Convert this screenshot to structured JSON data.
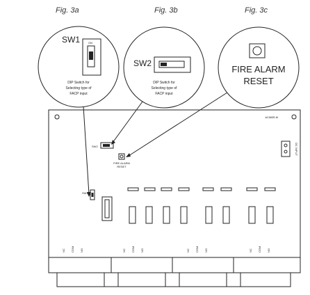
{
  "figures": {
    "a": {
      "label": "Fig. 3a",
      "switch_label": "SW1",
      "on_label": "ON",
      "caption": [
        "DIP Switch for",
        "Selecting type of",
        "FACP input"
      ]
    },
    "b": {
      "label": "Fig. 3b",
      "switch_label": "SW2",
      "caption": [
        "DIP Switch for",
        "Selecting type of",
        "FACP input"
      ]
    },
    "c": {
      "label": "Fig. 3c",
      "reset_label": [
        "FIRE ALARM",
        "RESET"
      ]
    }
  },
  "board": {
    "model": "ACM8R-M",
    "sw2_small": "SW2",
    "sw1_small": "SW1",
    "fire_alarm_small": [
      "FIRE ALARM",
      "RESET"
    ],
    "dc_input": "DC INPUT",
    "bottom_labels": [
      "NC",
      "COM",
      "NO",
      "NC",
      "COM",
      "NO",
      "NC",
      "COM",
      "NO",
      "NC",
      "COM",
      "NO"
    ]
  }
}
